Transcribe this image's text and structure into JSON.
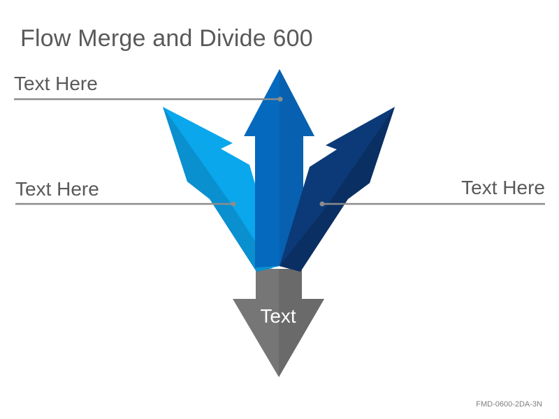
{
  "title": "Flow Merge and Divide 600",
  "labels": {
    "top_left": "Text Here",
    "middle_left": "Text Here",
    "middle_right": "Text Here"
  },
  "merge_arrow": {
    "text": "Text"
  },
  "footer": {
    "code": "FMD-0600-2DA-3N"
  },
  "colors": {
    "left_arrow": "#0aa7ec",
    "center_arrow": "#0569be",
    "right_arrow": "#0c3a78",
    "down_arrow": "#767676",
    "leader_line": "#8c8c8c",
    "text": "#595959"
  }
}
